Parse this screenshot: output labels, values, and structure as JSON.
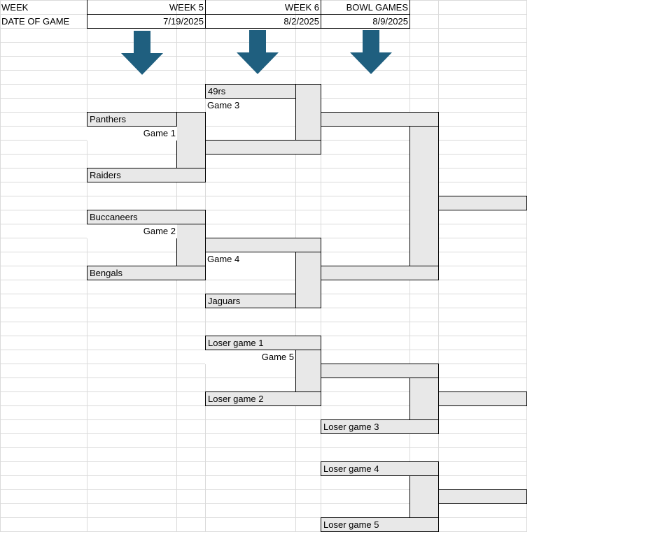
{
  "header": {
    "week_label": "WEEK",
    "date_label": "DATE OF GAME",
    "week5": "WEEK 5",
    "week6": "WEEK 6",
    "bowl": "BOWL GAMES",
    "date5": "7/19/2025",
    "date6": "8/2/2025",
    "date_bowl": "8/9/2025"
  },
  "teams": {
    "t49rs": "49rs",
    "panthers": "Panthers",
    "raiders": "Raiders",
    "buccaneers": "Buccaneers",
    "bengals": "Bengals",
    "jaguars": "Jaguars"
  },
  "games": {
    "g1": "Game 1",
    "g2": "Game 2",
    "g3": "Game 3",
    "g4": "Game  4",
    "g5": "Game 5"
  },
  "losers": {
    "l1": "Loser game 1",
    "l2": "Loser game 2",
    "l3": "Loser game 3",
    "l4": "Loser game 4",
    "l5": "Loser game 5"
  },
  "colors": {
    "arrow": "#1f5f7f",
    "box_fill": "#e8e8e8",
    "gridline": "#dadada"
  },
  "icons": {
    "arrow": "down-arrow-icon"
  }
}
